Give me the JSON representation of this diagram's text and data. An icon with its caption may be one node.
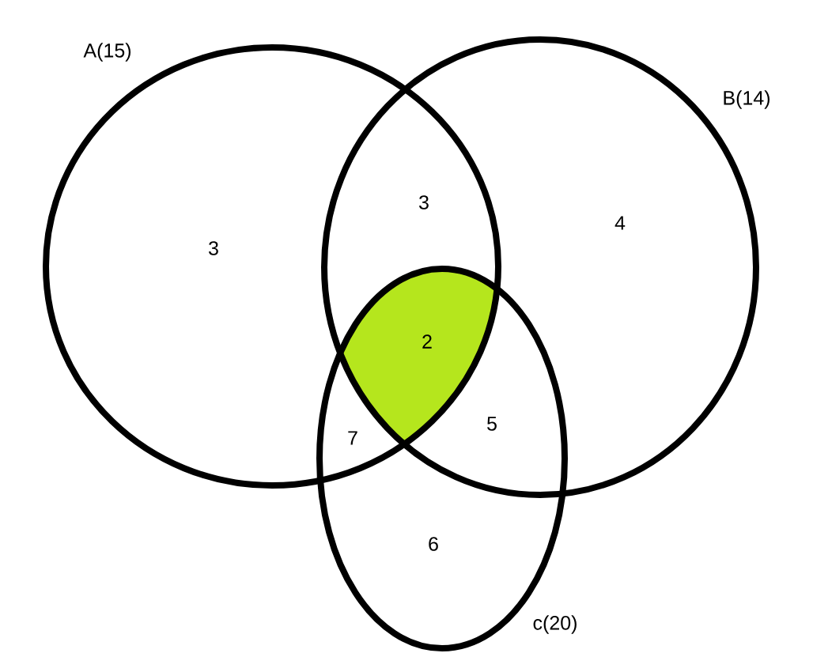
{
  "diagram": {
    "nodes": [
      {
        "text": [
          "A(15)"
        ]
      },
      {
        "text": [
          "B(14)"
        ]
      },
      {
        "text": [
          "c(20)"
        ]
      },
      {
        "text": [
          "2"
        ]
      }
    ],
    "labels": [
      "3",
      "3",
      "4",
      "7",
      "5",
      "6"
    ]
  }
}
